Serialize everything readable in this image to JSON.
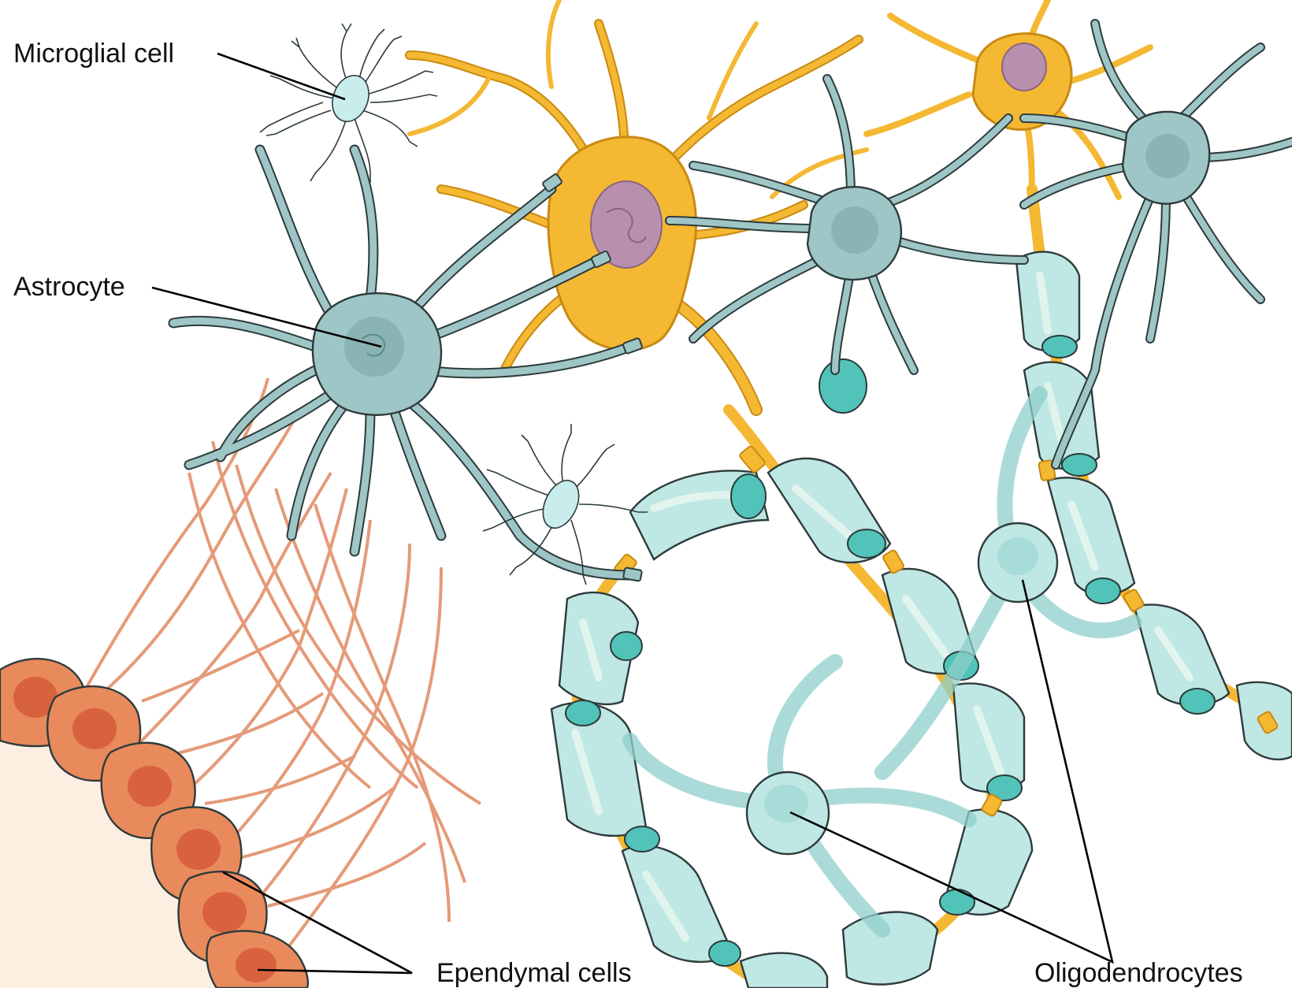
{
  "labels": {
    "microglial": "Microglial cell",
    "astrocyte": "Astrocyte",
    "ependymal": "Ependymal cells",
    "oligodendrocytes": "Oligodendrocytes"
  },
  "colors": {
    "neuron": "#f4b833",
    "neuron_edge": "#c98a12",
    "nucleus": "#b98fae",
    "astrocyte": "#9fc6c6",
    "astrocyte_dark": "#8ab3b3",
    "myelin": "#bfe7e4",
    "myelin_end": "#52c3b9",
    "ependymal": "#e88a5c",
    "ependymal_nucleus": "#d55a38",
    "ventricle": "#fdeee2",
    "fiber": "#e59a78",
    "microglia": "#c9ecec"
  }
}
